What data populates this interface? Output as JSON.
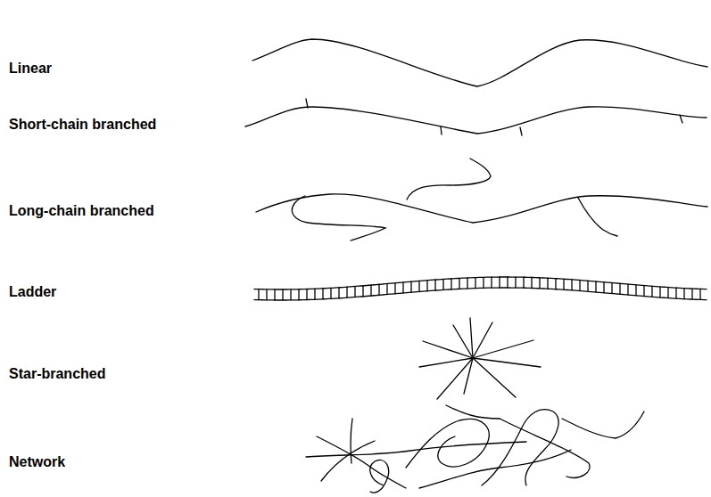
{
  "diagram": {
    "labels": [
      "Linear",
      "Short-chain branched",
      "Long-chain branched",
      "Ladder",
      "Star-branched",
      "Network"
    ]
  }
}
